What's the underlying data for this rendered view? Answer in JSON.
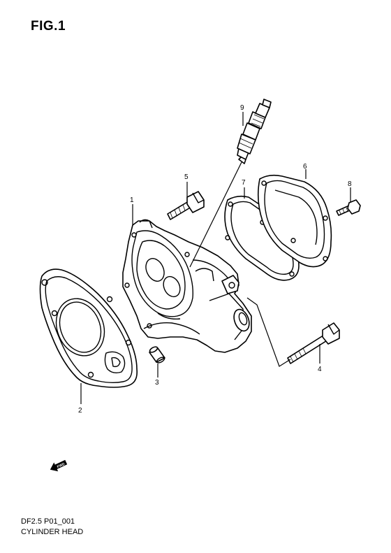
{
  "figure": {
    "title": "FIG.1"
  },
  "footer": {
    "code": "DF2.5 P01_001",
    "name": "CYLINDER HEAD"
  },
  "fwd_label": "FWD",
  "callouts": [
    "1",
    "2",
    "3",
    "4",
    "5",
    "6",
    "7",
    "8",
    "9"
  ]
}
